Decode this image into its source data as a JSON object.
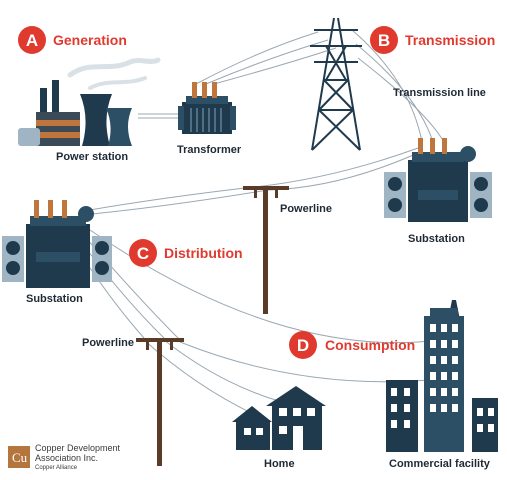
{
  "colors": {
    "accent": "#e03a2f",
    "dark": "#1f3a4d",
    "steel": "#2d4f66",
    "light_steel": "#9fb5c4",
    "wire": "#9aa8b2",
    "pole": "#5a3b27",
    "copper": "#c0753c"
  },
  "sections": [
    {
      "letter": "A",
      "title": "Generation"
    },
    {
      "letter": "B",
      "title": "Transmission"
    },
    {
      "letter": "C",
      "title": "Distribution"
    },
    {
      "letter": "D",
      "title": "Consumption"
    }
  ],
  "labels": {
    "power_station": "Power station",
    "transformer": "Transformer",
    "transmission_line": "Transmission line",
    "substation_right": "Substation",
    "powerline_upper": "Powerline",
    "substation_left": "Substation",
    "powerline_lower": "Powerline",
    "home": "Home",
    "commercial": "Commercial facility"
  },
  "logo": {
    "symbol": "Cu",
    "line1": "Copper Development",
    "line2": "Association Inc.",
    "line3": "Copper Alliance"
  },
  "icons": [
    "power-station-icon",
    "transformer-icon",
    "transmission-tower-icon",
    "substation-icon",
    "utility-pole-icon",
    "house-icon",
    "office-building-icon",
    "copper-logo-icon"
  ]
}
